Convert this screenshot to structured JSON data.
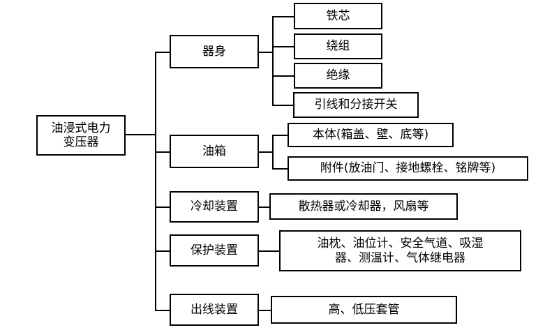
{
  "diagram": {
    "title_node": "油浸式电力\n变压器",
    "level2": [
      {
        "key": "qishen",
        "label": "器身"
      },
      {
        "key": "youxiang",
        "label": "油箱"
      },
      {
        "key": "lengque",
        "label": "冷却装置"
      },
      {
        "key": "baohu",
        "label": "保护装置"
      },
      {
        "key": "chuxian",
        "label": "出线装置"
      }
    ],
    "level3": [
      {
        "key": "tiexin",
        "parent": "qishen",
        "label": "铁芯"
      },
      {
        "key": "raozu",
        "parent": "qishen",
        "label": "绕组"
      },
      {
        "key": "jueyuan",
        "parent": "qishen",
        "label": "绝缘"
      },
      {
        "key": "yinxian",
        "parent": "qishen",
        "label": "引线和分接开关"
      },
      {
        "key": "benti",
        "parent": "youxiang",
        "label": "本体(箱盖、壁、底等)"
      },
      {
        "key": "fujian",
        "parent": "youxiang",
        "label": "附件(放油门、接地螺栓、铭牌等)"
      },
      {
        "key": "sanreqi",
        "parent": "lengque",
        "label": "散热器或冷却器，风扇等"
      },
      {
        "key": "youzhen",
        "parent": "baohu",
        "label": "油枕、油位计、安全气道、吸湿\n器、测温计、气体继电器"
      },
      {
        "key": "taoguan",
        "parent": "chuxian",
        "label": "高、低压套管"
      }
    ],
    "colors": {
      "line": "#000000",
      "box_fill": "#ffffff",
      "text": "#000000",
      "background": "#ffffff"
    }
  }
}
